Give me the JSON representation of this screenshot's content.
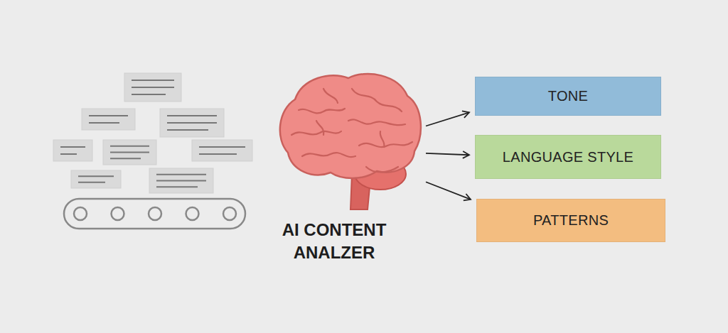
{
  "diagram": {
    "nodes": [
      {
        "text": [
          "AI CONTENT ANALZER"
        ]
      },
      {
        "text": [
          "TONE"
        ]
      },
      {
        "text": [
          "LANGUAGE STYLE"
        ]
      },
      {
        "text": [
          "PATTERNS"
        ]
      }
    ],
    "edges": [
      {
        "from": 0,
        "to": 1,
        "arrow": "to"
      },
      {
        "from": 0,
        "to": 2,
        "arrow": "to"
      },
      {
        "from": 0,
        "to": 3,
        "arrow": "to"
      }
    ]
  }
}
